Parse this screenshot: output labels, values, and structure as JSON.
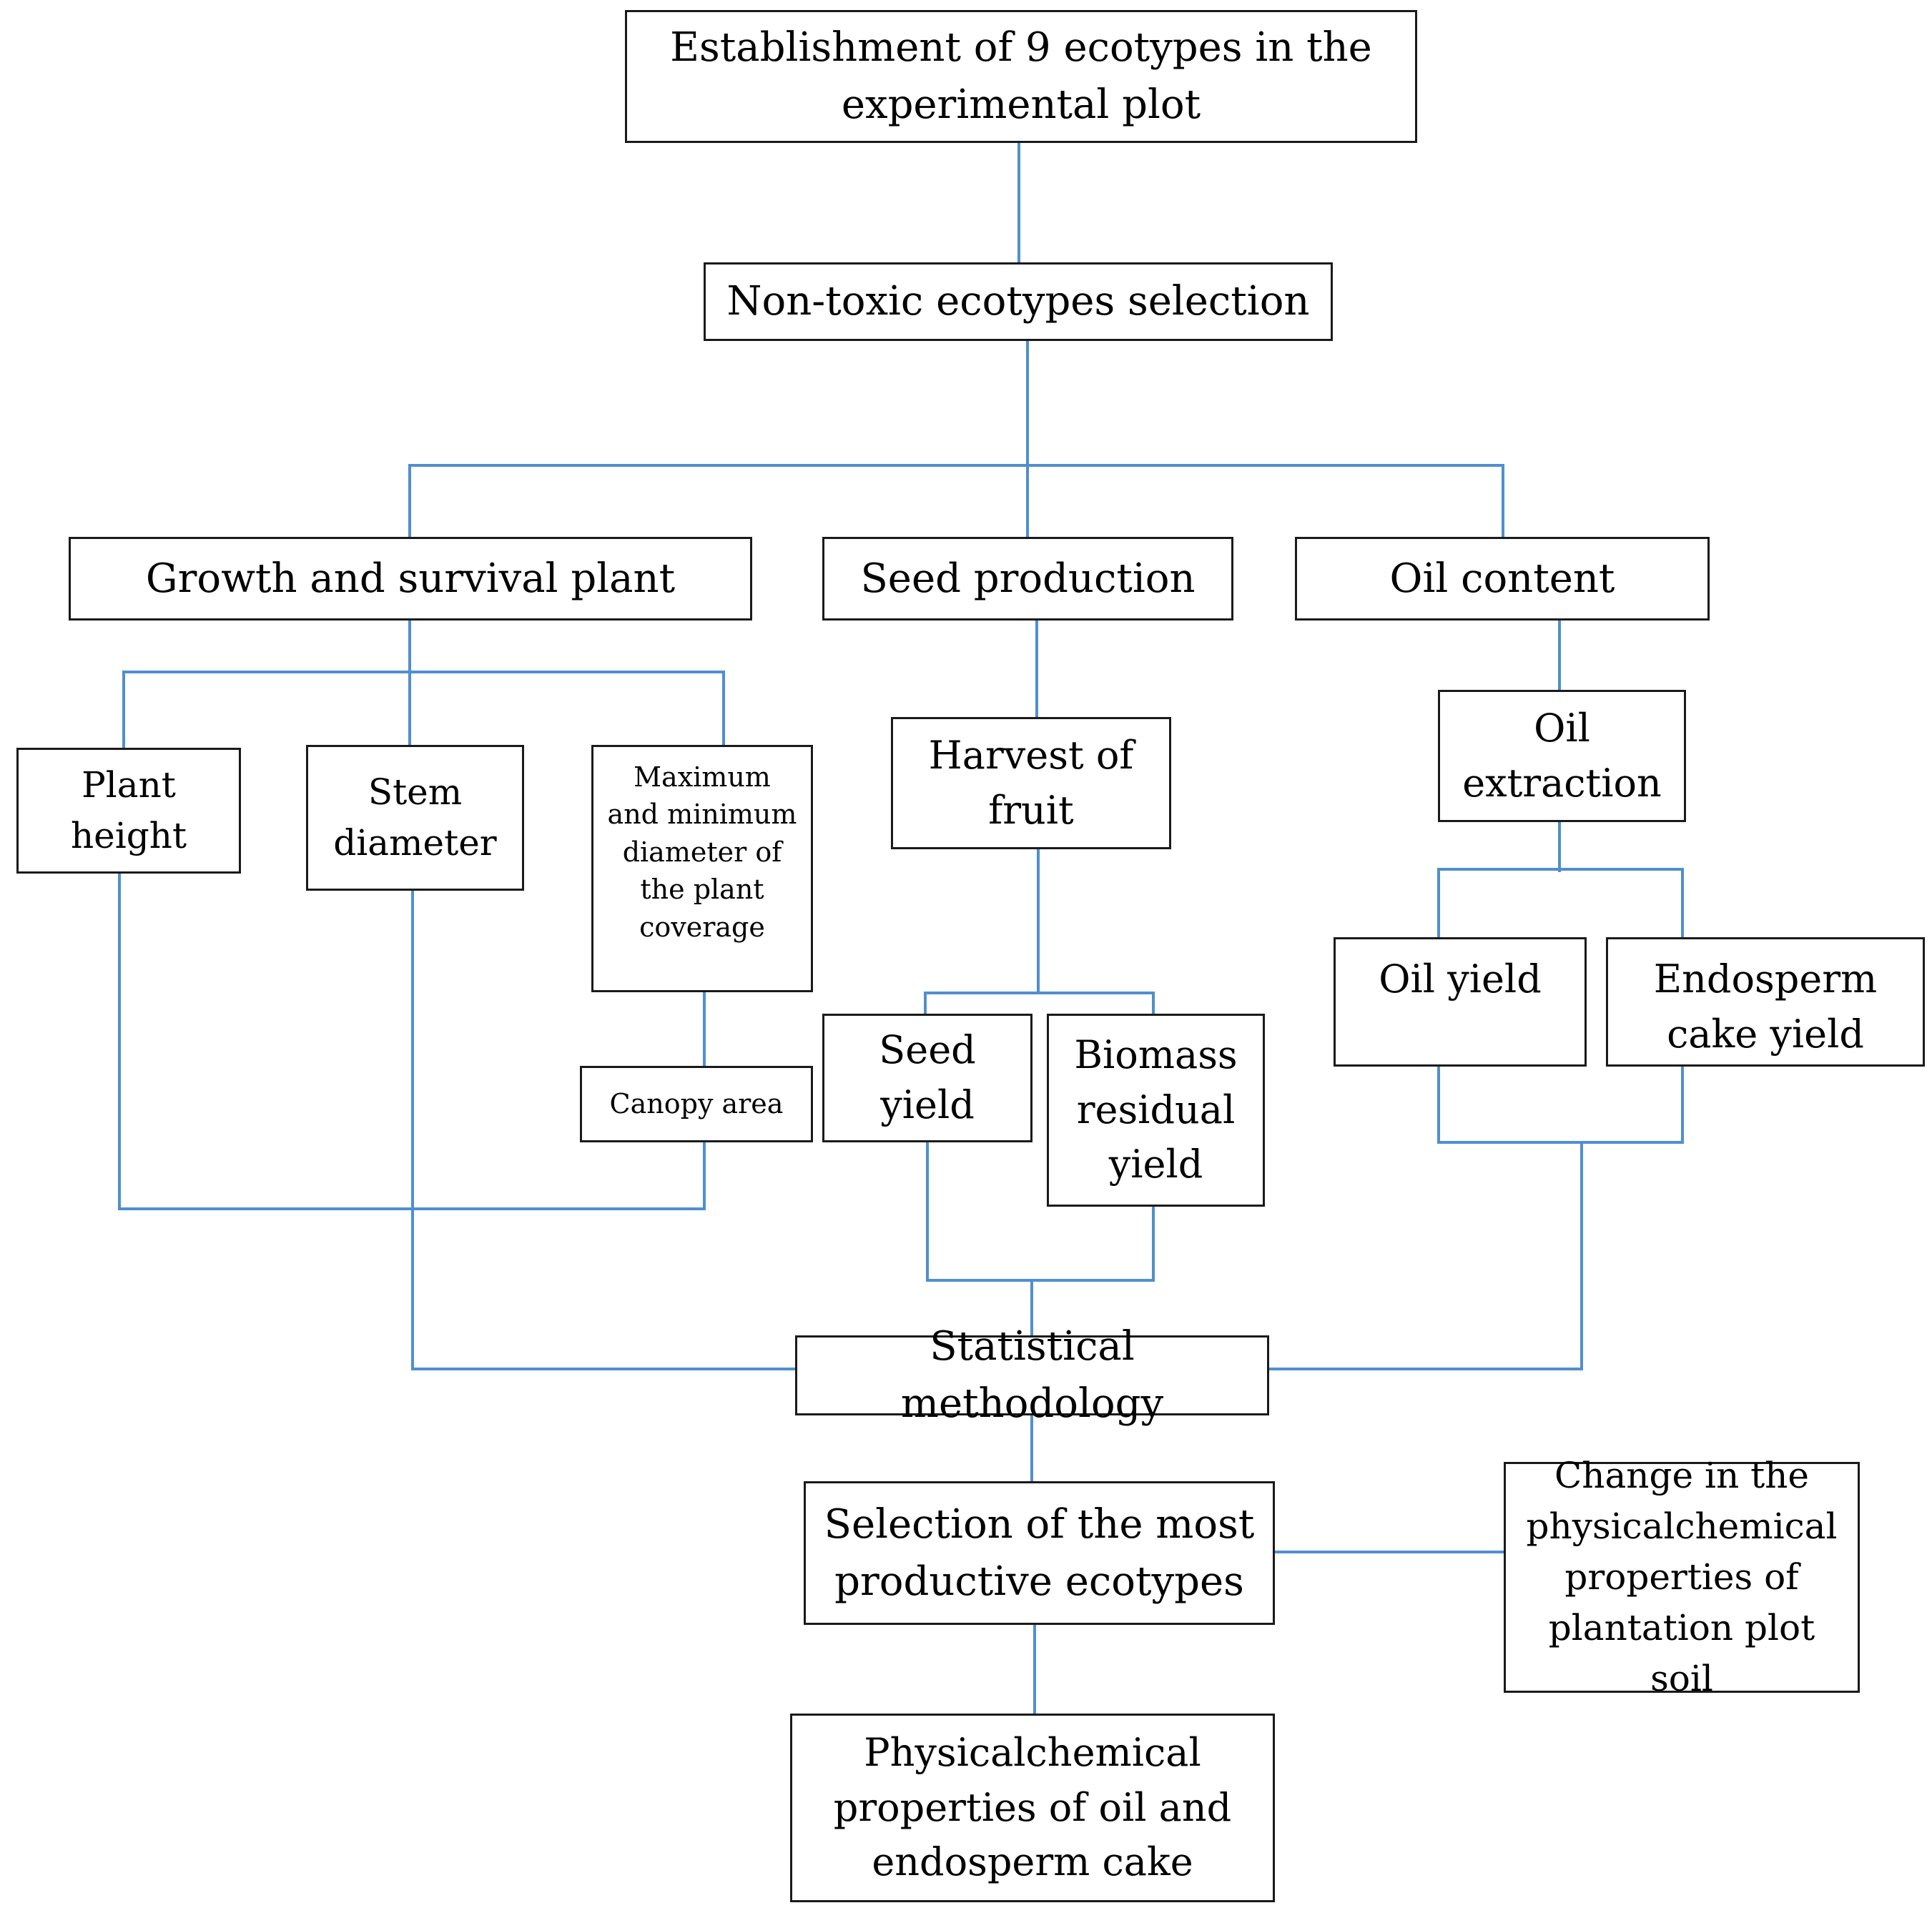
{
  "diagram": {
    "line_color": "#4f8fcf",
    "border_color": "#1a1a1a",
    "nodes": {
      "establishment": "Establishment  of 9 ecotypes  in  the\nexperimental  plot",
      "nontoxic": "Non-toxic   ecotypes  selection",
      "growth": "Growth  and  survival  plant",
      "seed_production": "Seed production",
      "oil_content": "Oil  content",
      "plant_height": "Plant\nheight",
      "stem_diameter": "Stem\ndiameter",
      "max_min_diameter": "Maximum\nand minimum\ndiameter of\nthe plant\ncoverage",
      "canopy_area": "Canopy area",
      "harvest_fruit": "Harvest  of\nfruit",
      "seed_yield": "Seed\nyield",
      "biomass_residual": "Biomass\nresidual\nyield",
      "oil_extraction": "Oil\nextraction",
      "oil_yield": "Oil  yield",
      "endosperm_cake_yield": "Endosperm\ncake yield",
      "statistical": "Statistical  methodology",
      "selection_productive": "Selection  of the most\nproductive   ecotypes",
      "soil_change": "Change in the\nphysicalchemical\nproperties of\nplantation plot soil",
      "physicochemical_oil": "Physicalchemical\nproperties  of oil  and\nendosperm  cake"
    }
  }
}
